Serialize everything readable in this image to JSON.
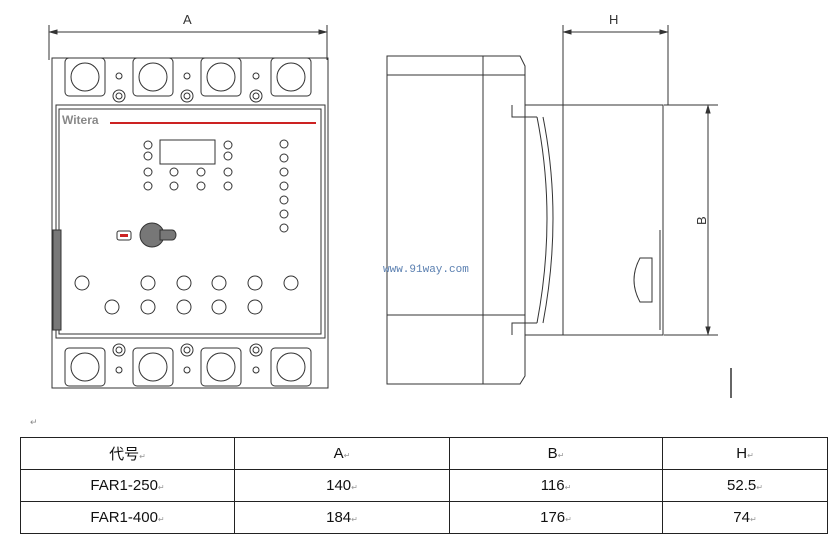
{
  "drawing": {
    "dim_a": "A",
    "dim_b": "B",
    "dim_h": "H",
    "brand": "Witera",
    "watermark": "www.91way.com",
    "brand_line_color": "#cc2222"
  },
  "paragraph_mark": "↵",
  "table": {
    "headers": [
      "代号",
      "A",
      "B",
      "H"
    ],
    "rows": [
      [
        "FAR1-250",
        "140",
        "116",
        "52.5"
      ],
      [
        "FAR1-400",
        "184",
        "176",
        "74"
      ]
    ]
  }
}
